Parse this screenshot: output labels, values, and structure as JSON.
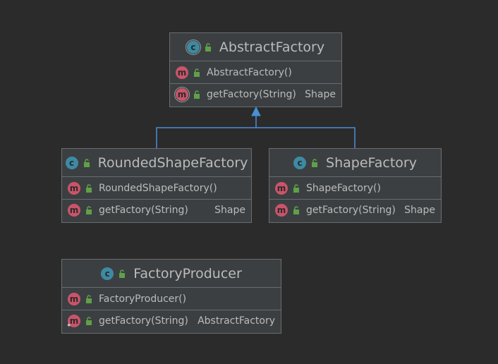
{
  "colors": {
    "background": "#2b2b2b",
    "box_fill": "#3c3f41",
    "box_border": "#6a6d70",
    "method_icon": "#c9546a",
    "class_icon": "#3d8aa4",
    "lock_green": "#5fa049",
    "inheritance_line": "#4a8fd8"
  },
  "classes": {
    "abstract_factory": {
      "icon": "c",
      "title": "AbstractFactory",
      "members": [
        {
          "icon": "m",
          "name": "AbstractFactory()",
          "type": ""
        },
        {
          "icon": "m",
          "name": "getFactory(String)",
          "type": "Shape"
        }
      ]
    },
    "rounded_shape_factory": {
      "icon": "c",
      "title": "RoundedShapeFactory",
      "members": [
        {
          "icon": "m",
          "name": "RoundedShapeFactory()",
          "type": ""
        },
        {
          "icon": "m",
          "name": "getFactory(String)",
          "type": "Shape"
        }
      ]
    },
    "shape_factory": {
      "icon": "c",
      "title": "ShapeFactory",
      "members": [
        {
          "icon": "m",
          "name": "ShapeFactory()",
          "type": ""
        },
        {
          "icon": "m",
          "name": "getFactory(String)",
          "type": "Shape"
        }
      ]
    },
    "factory_producer": {
      "icon": "c",
      "title": "FactoryProducer",
      "members": [
        {
          "icon": "m",
          "name": "FactoryProducer()",
          "type": ""
        },
        {
          "icon": "m",
          "name": "getFactory(String)",
          "type": "AbstractFactory"
        }
      ]
    }
  }
}
